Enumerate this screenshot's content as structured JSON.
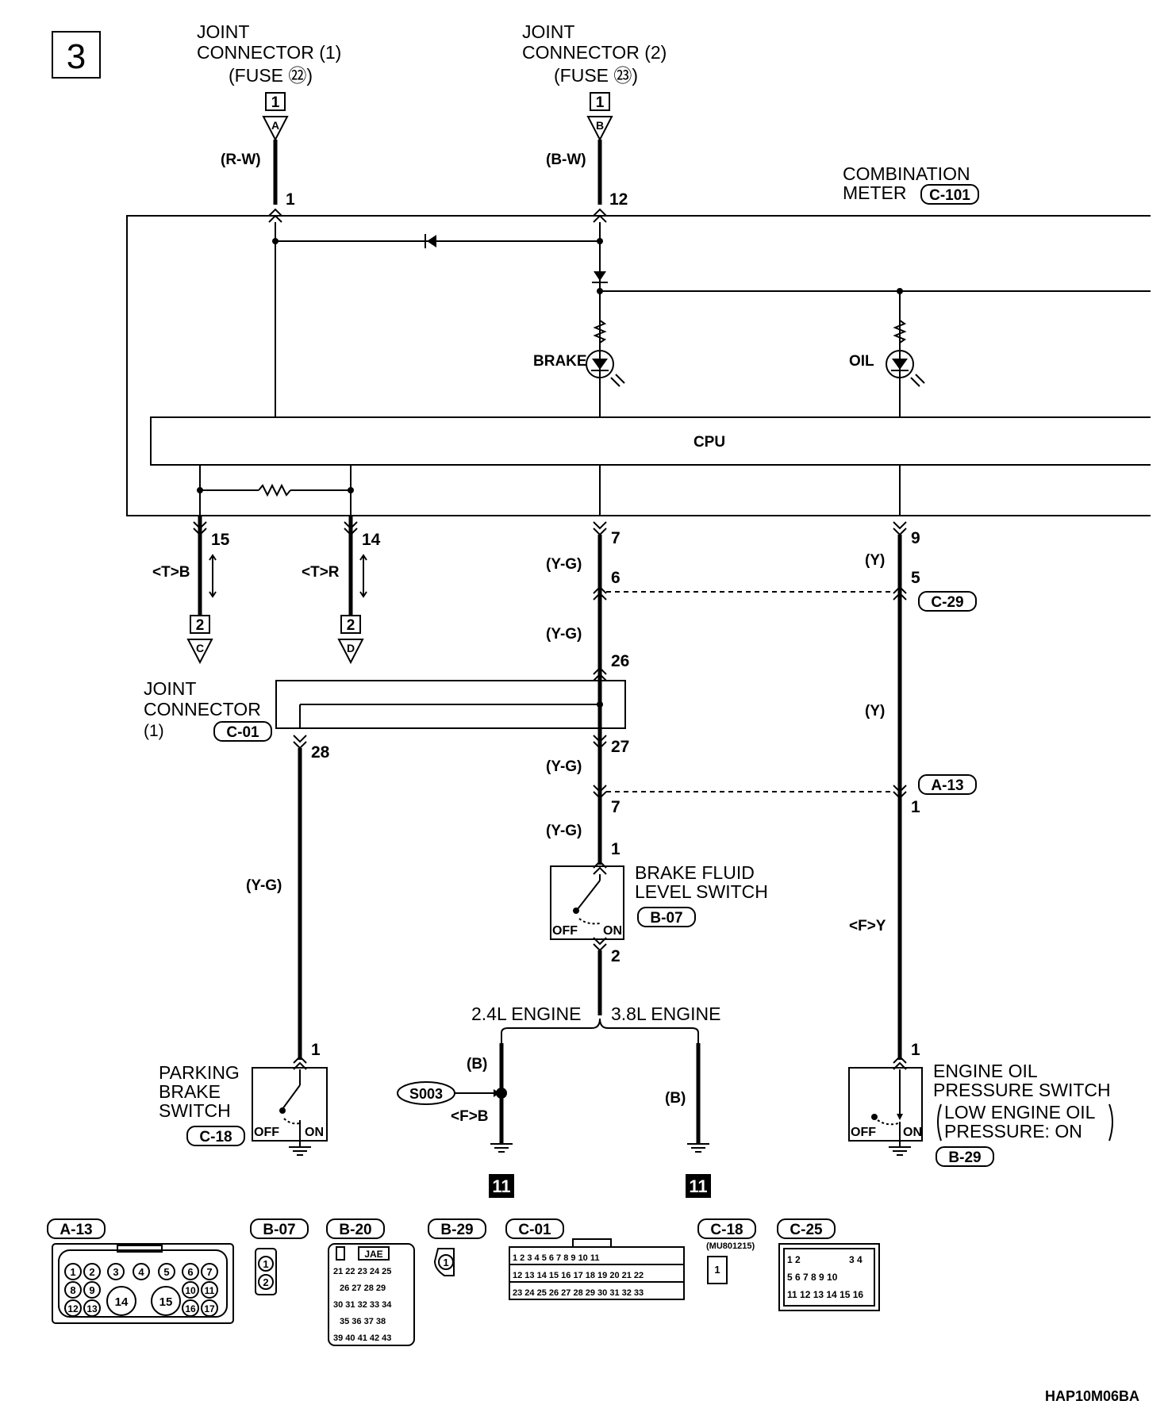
{
  "page_number": "3",
  "footer_code": "HAP10M06BA",
  "fuse_sources": [
    {
      "label_lines": [
        "JOINT",
        "CONNECTOR (1)",
        "(FUSE ㉒)"
      ],
      "box_num": "1",
      "arrow_letter": "A",
      "wire": "(R-W)",
      "pin": "1"
    },
    {
      "label_lines": [
        "JOINT",
        "CONNECTOR (2)",
        "(FUSE ㉓)"
      ],
      "box_num": "1",
      "arrow_letter": "B",
      "wire": "(B-W)",
      "pin": "12"
    }
  ],
  "combination_meter": {
    "label_lines": [
      "COMBINATION",
      "METER"
    ],
    "connector": "C-101",
    "cpu_label": "CPU"
  },
  "lamps": [
    {
      "label": "BRAKE"
    },
    {
      "label": "OIL"
    }
  ],
  "meter_pins": {
    "left_a": "15",
    "left_b": "14",
    "brake": "7",
    "oil": "9"
  },
  "left_wires": [
    {
      "wire": "<T>B",
      "box_num": "2",
      "arrow_letter": "C"
    },
    {
      "wire": "<T>R",
      "box_num": "2",
      "arrow_letter": "D"
    }
  ],
  "brake_circuit": {
    "wire_labels": [
      "(Y-G)",
      "(Y-G)",
      "(Y-G)",
      "(Y-G)"
    ],
    "pins": [
      "6",
      "26",
      "27",
      "7",
      "1",
      "2"
    ]
  },
  "oil_circuit": {
    "wire_labels": [
      "(Y)",
      "(Y)",
      "<F>Y"
    ],
    "pins": [
      "5",
      "1",
      "1"
    ]
  },
  "intermediate_connectors": [
    "C-29",
    "A-13"
  ],
  "joint_connector": {
    "label_lines": [
      "JOINT",
      "CONNECTOR",
      "(1)"
    ],
    "connector": "C-01",
    "pin_out": "28"
  },
  "parking_brake": {
    "wire": "(Y-G)",
    "pin": "1",
    "label_lines": [
      "PARKING",
      "BRAKE",
      "SWITCH"
    ],
    "connector": "C-18",
    "off": "OFF",
    "on": "ON"
  },
  "brake_fluid_switch": {
    "label_lines": [
      "BRAKE FLUID",
      "LEVEL SWITCH"
    ],
    "connector": "B-07",
    "off": "OFF",
    "on": "ON"
  },
  "oil_pressure_switch": {
    "label_lines": [
      "ENGINE OIL",
      "PRESSURE SWITCH",
      "LOW ENGINE OIL",
      "PRESSURE: ON"
    ],
    "connector": "B-29",
    "off": "OFF",
    "on": "ON"
  },
  "engine_variants": {
    "left": "2.4L ENGINE",
    "right": "3.8L ENGINE",
    "left_wire": "(B)",
    "right_wire": "(B)",
    "left_wire2": "<F>B",
    "splice": "S003",
    "ground_ref": "11"
  },
  "connector_diagrams": [
    {
      "id": "A-13"
    },
    {
      "id": "B-07"
    },
    {
      "id": "B-20",
      "note": "JAE"
    },
    {
      "id": "B-29"
    },
    {
      "id": "C-01"
    },
    {
      "id": "C-18",
      "note": "(MU801215)"
    },
    {
      "id": "C-25"
    }
  ]
}
